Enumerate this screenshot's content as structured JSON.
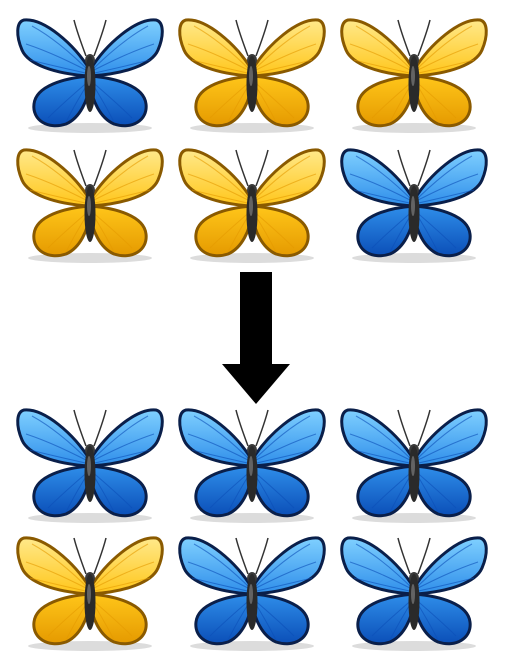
{
  "colors": {
    "blue": {
      "light": "#7fd0ff",
      "mid": "#2f8eea",
      "dark": "#0b4fb8",
      "edge": "#0a1f4a"
    },
    "yellow": {
      "light": "#ffe98a",
      "mid": "#ffc61a",
      "dark": "#e59a00",
      "edge": "#8a5a00"
    },
    "arrow": "#000000",
    "shadow": "#dcdcdc"
  },
  "diagram": {
    "top_group": [
      "blue",
      "yellow",
      "yellow",
      "yellow",
      "yellow",
      "blue"
    ],
    "bottom_group": [
      "blue",
      "blue",
      "blue",
      "yellow",
      "blue",
      "blue"
    ],
    "arrow_icon": "down-arrow-icon"
  }
}
